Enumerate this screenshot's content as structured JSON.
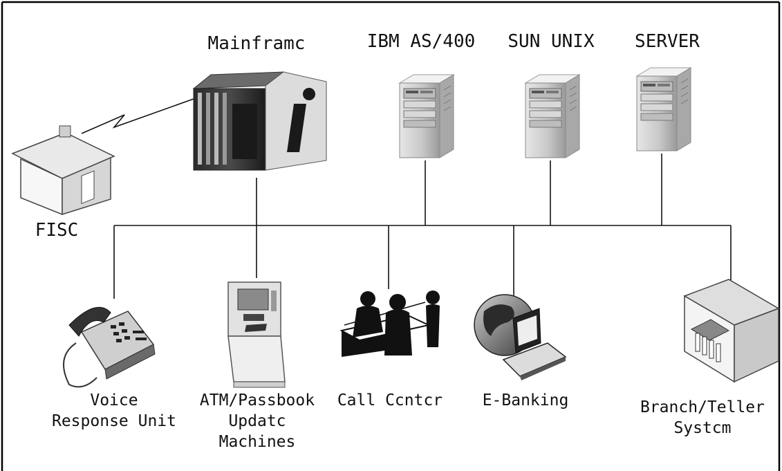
{
  "nodes": {
    "mainframe": {
      "label": "Mainframc"
    },
    "ibm": {
      "label": "IBM AS/400"
    },
    "sun": {
      "label": "SUN UNIX"
    },
    "server": {
      "label": "SERVER"
    },
    "fisc": {
      "label": "FISC"
    },
    "vru": {
      "lines": [
        "Voice",
        "Response Unit"
      ]
    },
    "atm": {
      "lines": [
        "ATM/Passbook",
        "Updatc",
        "Machines"
      ]
    },
    "callcenter": {
      "label": "Call Ccntcr"
    },
    "ebanking": {
      "label": "E-Banking"
    },
    "branch": {
      "lines": [
        "Branch/Teller",
        "Systcm"
      ]
    }
  },
  "icons": {
    "fisc": "house-icon",
    "mainframe": "mainframe-icon",
    "ibm": "server-tower-icon",
    "sun": "server-tower-icon",
    "server": "server-tower-icon",
    "vru": "telephone-icon",
    "atm": "atm-machine-icon",
    "callcenter": "call-center-people-icon",
    "ebanking": "globe-laptop-icon",
    "branch": "bank-building-icon"
  }
}
